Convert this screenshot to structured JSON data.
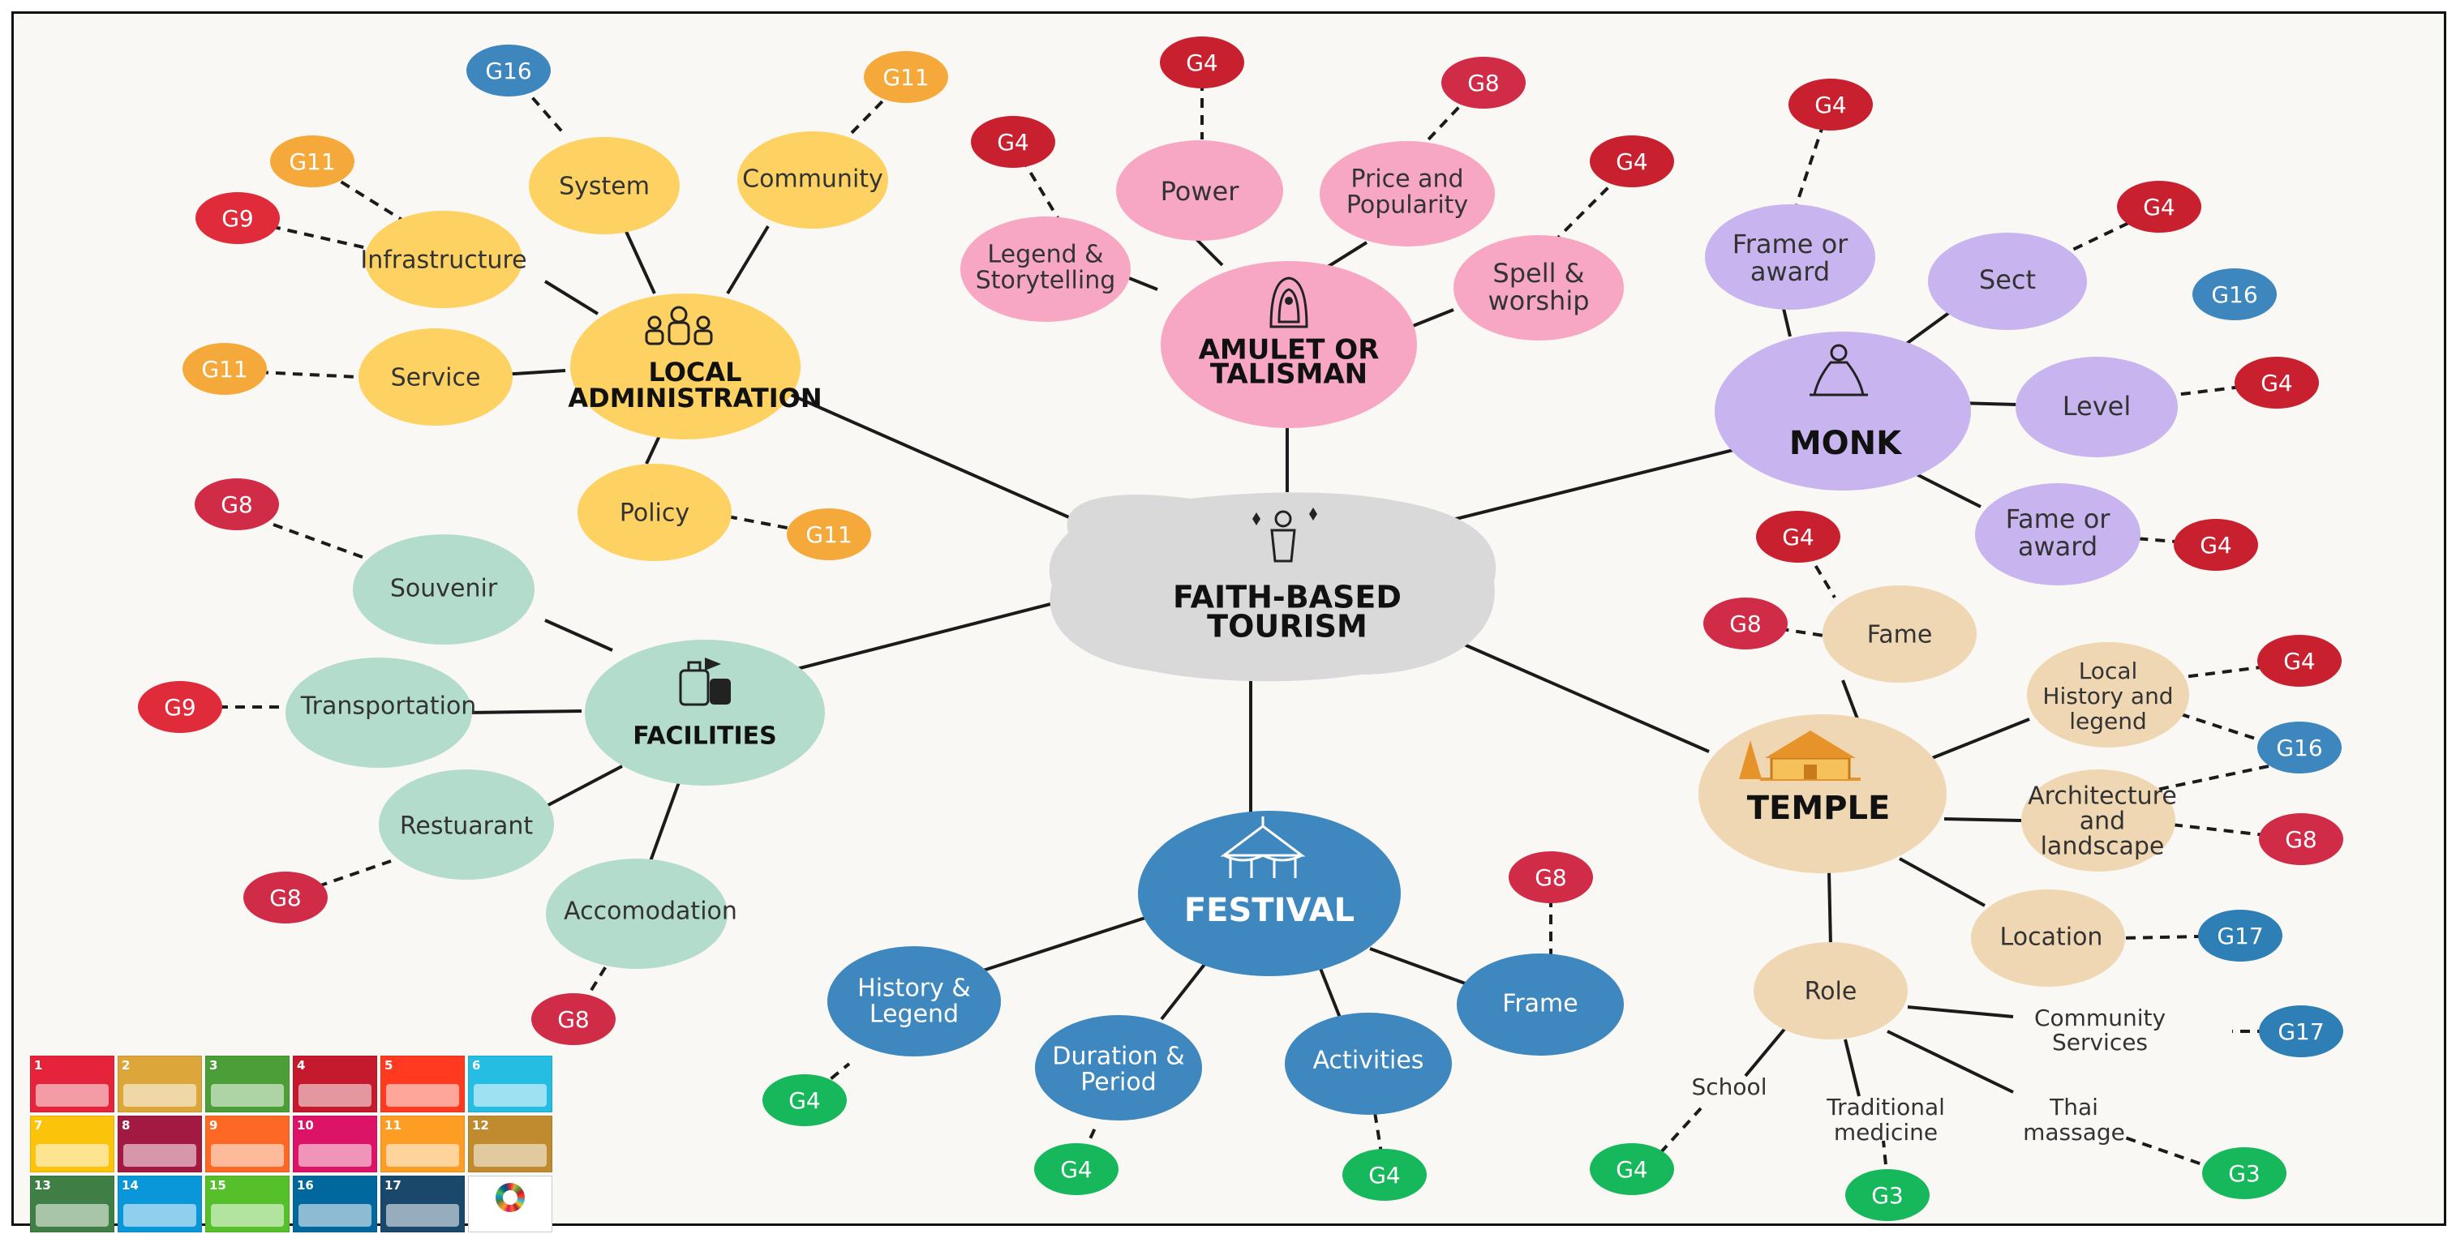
{
  "center": {
    "title": "FAITH-BASED",
    "title2": "TOURISM"
  },
  "hubs": {
    "local_admin": {
      "title": "LOCAL",
      "title2": "ADMINISTRATION"
    },
    "amulet": {
      "title": "AMULET OR",
      "title2": "TALISMAN"
    },
    "monk": {
      "title": "MONK"
    },
    "facilities": {
      "title": "FACILITIES"
    },
    "festival": {
      "title": "FESTIVAL"
    },
    "temple": {
      "title": "TEMPLE"
    }
  },
  "topics": {
    "system": "System",
    "community": "Community",
    "infrastructure": "Infrastructure",
    "service": "Service",
    "policy": "Policy",
    "legend_storytelling": [
      "Legend &",
      "Storytelling"
    ],
    "power": "Power",
    "price_popularity": [
      "Price and",
      "Popularity"
    ],
    "spell_worship": [
      "Spell &",
      "worship"
    ],
    "frame_award_1": [
      "Frame or",
      "award"
    ],
    "sect": "Sect",
    "level": "Level",
    "fame_award_2": [
      "Fame or",
      "award"
    ],
    "souvenir": "Souvenir",
    "transportation": "Transportation",
    "restuarant": "Restuarant",
    "accomodation": "Accomodation",
    "history_legend": [
      "History &",
      "Legend"
    ],
    "duration_period": [
      "Duration &",
      "Period"
    ],
    "activities": "Activities",
    "frame": "Frame",
    "fame": "Fame",
    "local_history": [
      "Local",
      "History and",
      "legend"
    ],
    "architecture": [
      "Architecture",
      "and",
      "landscape"
    ],
    "location": "Location",
    "role": "Role",
    "community_services": [
      "Community",
      "Services"
    ],
    "school": "School",
    "traditional_medicine": [
      "Traditional",
      "medicine"
    ],
    "thai_massage": [
      "Thai",
      "massage"
    ]
  },
  "goals": {
    "system": "G16",
    "community": "G11",
    "infrastructure_a": "G11",
    "infrastructure_b": "G9",
    "service": "G11",
    "policy": "G11",
    "legend_storytelling": "G4",
    "power": "G4",
    "price_popularity": "G8",
    "spell_worship": "G4",
    "frame_award_1": "G4",
    "sect": "G4",
    "monk_extra": "G16",
    "level": "G4",
    "fame_award_2": "G4",
    "souvenir": "G8",
    "transportation": "G9",
    "restuarant": "G8",
    "accomodation": "G8",
    "history_legend": "G4",
    "duration_period": "G4",
    "activities": "G4",
    "frame": "G8",
    "fame_a": "G4",
    "fame_b": "G8",
    "local_history_a": "G4",
    "local_history_b": "G16",
    "architecture": "G8",
    "location": "G17",
    "community_services": "G17",
    "school": "G4",
    "traditional_medicine": "G3",
    "thai_massage": "G3"
  },
  "colors": {
    "local_admin": "#fdd262",
    "amulet": "#f7a7c4",
    "monk": "#c8b4ee",
    "facilities": "#b3dccd",
    "festival": "#3f88bf",
    "temple": "#f0d7b3",
    "center": "#d9d9d9",
    "goal_red": "#e02b3a",
    "goal_orange": "#f6a93b",
    "goal_blue": "#3d87be",
    "goal_green": "#16b85b"
  },
  "sdg_tiles": [
    {
      "number": "1",
      "color": "#e5243b"
    },
    {
      "number": "2",
      "color": "#dda63a"
    },
    {
      "number": "3",
      "color": "#4c9f38"
    },
    {
      "number": "4",
      "color": "#c5192d"
    },
    {
      "number": "5",
      "color": "#ff3a21"
    },
    {
      "number": "6",
      "color": "#26bde2"
    },
    {
      "number": "7",
      "color": "#fcc30b"
    },
    {
      "number": "8",
      "color": "#a21942"
    },
    {
      "number": "9",
      "color": "#fd6925"
    },
    {
      "number": "10",
      "color": "#dd1367"
    },
    {
      "number": "11",
      "color": "#fd9d24"
    },
    {
      "number": "12",
      "color": "#bf8b2e"
    },
    {
      "number": "13",
      "color": "#3f7e44"
    },
    {
      "number": "14",
      "color": "#0a97d9"
    },
    {
      "number": "15",
      "color": "#56c02b"
    },
    {
      "number": "16",
      "color": "#00689d"
    },
    {
      "number": "17",
      "color": "#19486a"
    }
  ]
}
